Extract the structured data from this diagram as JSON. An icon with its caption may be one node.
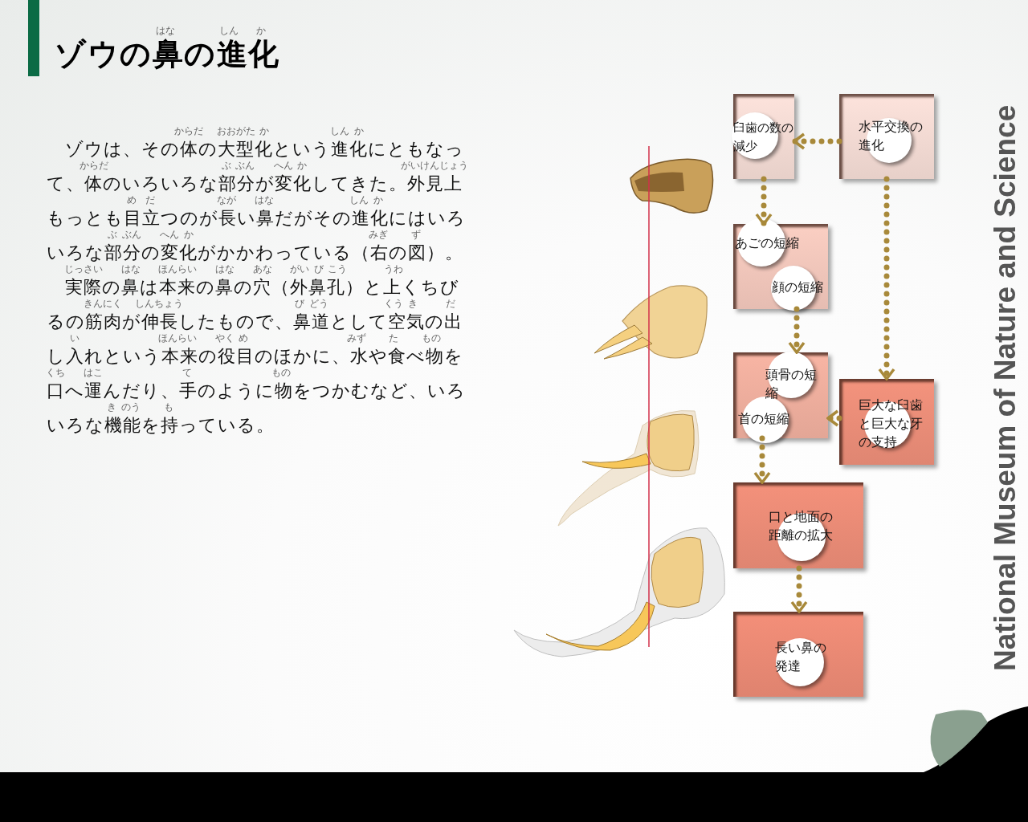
{
  "diagram": {
    "title": "ゾウの鼻の進化",
    "nodes": [
      {
        "text": [
          "臼歯の数の減少"
        ]
      },
      {
        "text": [
          "水平交換の進化"
        ]
      },
      {
        "text": [
          "あごの短縮",
          "顔の短縮"
        ]
      },
      {
        "text": [
          "頭骨の短縮",
          "首の短縮"
        ]
      },
      {
        "text": [
          "巨大な臼歯と巨大な牙の支持"
        ]
      },
      {
        "text": [
          "口と地面の距離の拡大"
        ]
      },
      {
        "text": [
          "長い鼻の発達"
        ]
      }
    ],
    "edges": [
      {
        "from": 1,
        "to": 0,
        "arrow": "to"
      },
      {
        "from": 0,
        "to": 2,
        "arrow": "to"
      },
      {
        "from": 1,
        "to": 4,
        "arrow": "to"
      },
      {
        "from": 2,
        "to": 3,
        "arrow": "to"
      },
      {
        "from": 4,
        "to": 3,
        "arrow": "to"
      },
      {
        "from": 3,
        "to": 5,
        "arrow": "to"
      },
      {
        "from": 5,
        "to": 6,
        "arrow": "to"
      }
    ],
    "labels": [
      "はな",
      "しん",
      "か",
      "からだ",
      "おおがた",
      "か",
      "しん",
      "か",
      "からだ",
      "ぶ",
      "ぶん",
      "へん",
      "か",
      "がいけんじょう",
      "め",
      "だ",
      "なが",
      "はな",
      "しん",
      "か",
      "ぶ",
      "ぶん",
      "へん",
      "か",
      "みぎ",
      "ず",
      "　ゾウは、その体の大型化という進化にともなって、体のいろいろな部分が変化してきた。外見上もっとも目立つのが長い鼻だがその進化にはいろいろな部分の変化がかかわっている（右の図）。",
      "じっさい",
      "はな",
      "ほんらい",
      "はな",
      "あな",
      "がい",
      "び",
      "こう",
      "うわ",
      "きんにく",
      "しんちょう",
      "び",
      "どう",
      "くう",
      "き",
      "だ",
      "い",
      "ほんらい",
      "やく",
      "め",
      "みず",
      "た",
      "もの",
      "くち",
      "はこ",
      "て",
      "もの",
      "き",
      "のう",
      "も",
      "　実際の鼻は本来の鼻の穴（外鼻孔）と上くちびるの筋肉が伸長したもので、鼻道として空気の出し入れという本来の役目のほかに、水や食べ物を口へ運んだり、手のように物をつかむなど、いろいろな機能を持っている。",
      "National Museum of Nature and Science"
    ]
  }
}
